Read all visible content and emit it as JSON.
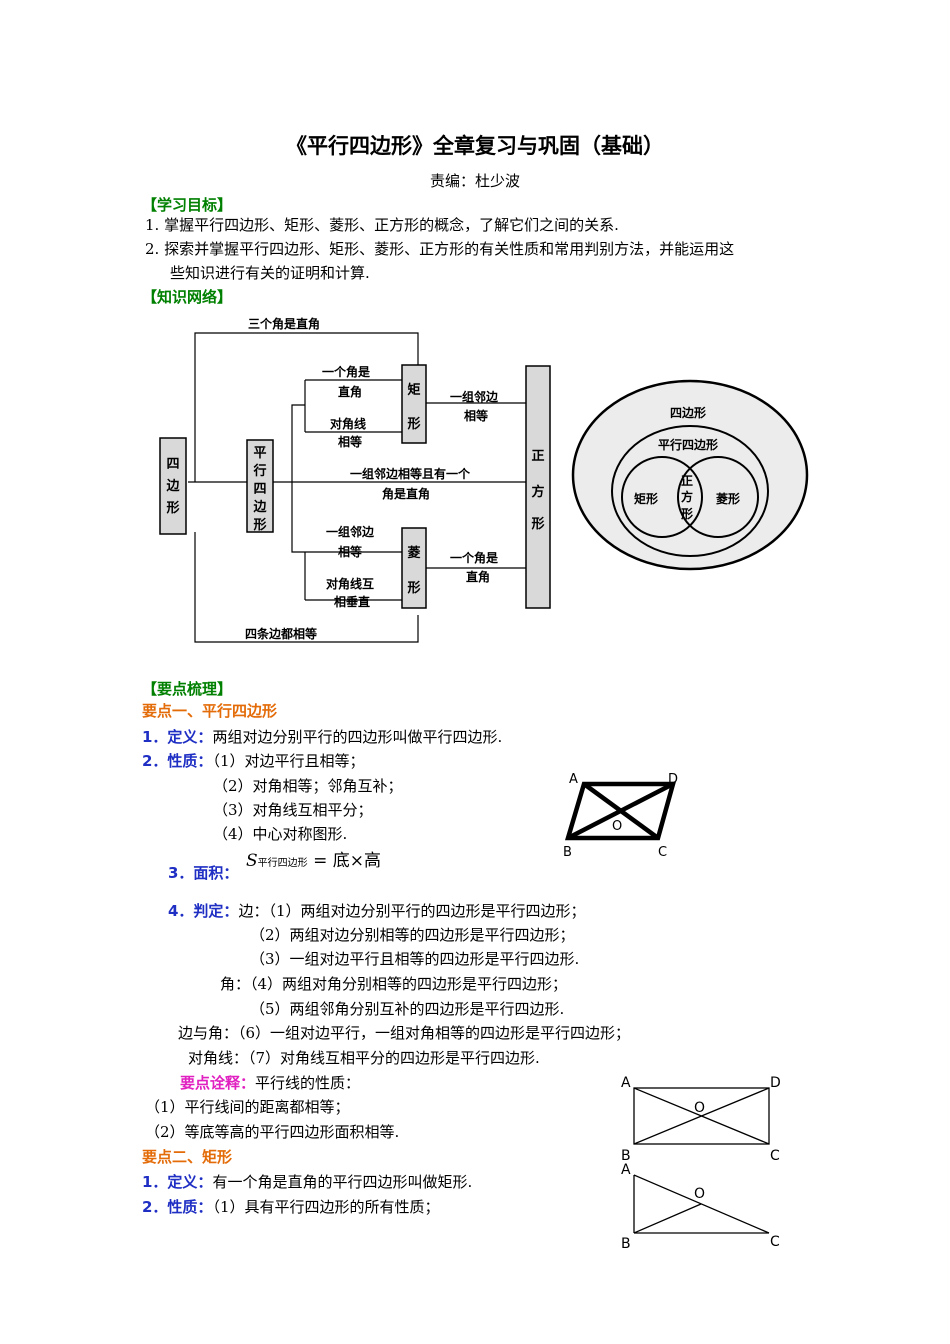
{
  "title": "《平行四边形》全章复习与巩固（基础）",
  "author": "责编：杜少波",
  "sections": {
    "goals_header": "【学习目标】",
    "goals": [
      "1.  掌握平行四边形、矩形、菱形、正方形的概念，了解它们之间的关系.",
      "2.  探索并掌握平行四边形、矩形、菱形、正方形的有关性质和常用判别方法，并能运用这",
      "些知识进行有关的证明和计算."
    ],
    "network_header": "【知识网络】",
    "points_header": "【要点梳理】"
  },
  "diagram": {
    "top_line": "三个角是直角",
    "bottom_line": "四条边都相等",
    "box_quad": [
      "四",
      "边",
      "形"
    ],
    "box_para": [
      "平",
      "行",
      "四",
      "边",
      "形"
    ],
    "box_rect": [
      "矩",
      "形"
    ],
    "box_rhombus": [
      "菱",
      "形"
    ],
    "box_square": [
      "正",
      "方",
      "形"
    ],
    "cond_rect_1a": "一个角是",
    "cond_rect_1b": "直角",
    "cond_rect_2a": "对角线",
    "cond_rect_2b": "相等",
    "cond_rh_1a": "一组邻边",
    "cond_rh_1b": "相等",
    "cond_rh_2a": "对角线互",
    "cond_rh_2b": "相垂直",
    "cond_mid_a": "一组邻边相等且有一个",
    "cond_mid_b": "角是直角",
    "rect_to_sq_a": "一组邻边",
    "rect_to_sq_b": "相等",
    "rh_to_sq_a": "一个角是",
    "rh_to_sq_b": "直角"
  },
  "venn": {
    "outer": "四边形",
    "para": "平行四边形",
    "rect": "矩形",
    "rhombus": "菱形",
    "square": [
      "正",
      "方",
      "形"
    ]
  },
  "point1": {
    "header": "要点一、平行四边形",
    "def_label": "1．定义：",
    "def_text": "两组对边分别平行的四边形叫做平行四边形.",
    "prop_label": "2．性质：",
    "props": [
      "（1）对边平行且相等；",
      "（2）对角相等；邻角互补；",
      "（3）对角线互相平分；",
      "（4）中心对称图形."
    ],
    "area_label": "3．面积：",
    "area_formula_s": "S",
    "area_formula_sub": "平行四边形",
    "area_formula_rest": "= 底×高",
    "judge_label": "4．判定：",
    "judge_edge_label": "边：",
    "judges": [
      "（1）两组对边分别平行的四边形是平行四边形；",
      "（2）两组对边分别相等的四边形是平行四边形；",
      "（3）一组对边平行且相等的四边形是平行四边形.",
      "（4）两组对角分别相等的四边形是平行四边形；",
      "（5）两组邻角分别互补的四边形是平行四边形.",
      "（6）一组对边平行，一组对角相等的四边形是平行四边形；",
      "（7）对角线互相平分的四边形是平行四边形."
    ],
    "judge_angle_label": "角：",
    "judge_edge_angle_label": "边与角：",
    "judge_diag_label": "对角线：",
    "note_label": "要点诠释：",
    "note_text": "平行线的性质：",
    "notes": [
      "（1）平行线间的距离都相等；",
      "（2）等底等高的平行四边形面积相等."
    ]
  },
  "point2": {
    "header": "要点二、矩形",
    "def_label": "1．定义：",
    "def_text": "有一个角是直角的平行四边形叫做矩形.",
    "prop_label": "2．性质：",
    "prop1": "（1）具有平行四边形的所有性质；"
  },
  "figures": {
    "para_labels": [
      "A",
      "D",
      "B",
      "C",
      "O"
    ],
    "rect_labels": [
      "A",
      "D",
      "B",
      "C",
      "O"
    ],
    "tri_labels": [
      "A",
      "O",
      "B",
      "C"
    ]
  }
}
